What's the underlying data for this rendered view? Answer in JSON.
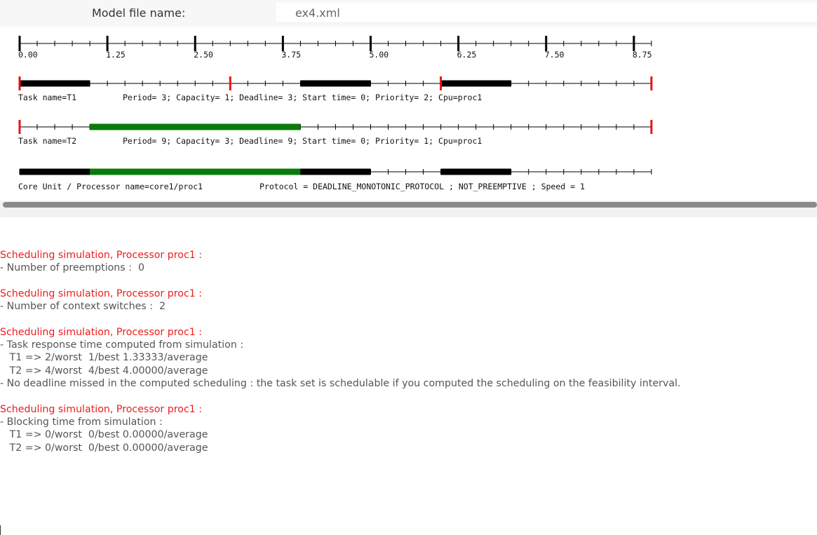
{
  "header": {
    "model_label": "Model file name:",
    "model_value": "ex4.xml"
  },
  "time_axis": {
    "ticks": [
      "0.00",
      "1.25",
      "2.50",
      "3.75",
      "5.00",
      "6.25",
      "7.50",
      "8.75"
    ],
    "max_time": 9
  },
  "tasks": [
    {
      "name_label": "Task name=T1",
      "params": "Period= 3; Capacity= 1; Deadline= 3; Start time= 0; Priority= 2; Cpu=proc1",
      "release_times": [
        0,
        3,
        6,
        9
      ],
      "executions": [
        [
          0,
          1
        ],
        [
          4,
          5
        ],
        [
          6,
          7
        ]
      ],
      "color": "#000000"
    },
    {
      "name_label": "Task name=T2",
      "params": "Period= 9; Capacity= 3; Deadline= 9; Start time= 0; Priority= 1; Cpu=proc1",
      "release_times": [
        0,
        9
      ],
      "executions": [
        [
          1,
          4
        ]
      ],
      "color": "#0a7a0a"
    }
  ],
  "processor": {
    "name_label": "Core Unit / Processor name=core1/proc1",
    "protocol": "Protocol = DEADLINE_MONOTONIC_PROTOCOL ; NOT_PREEMPTIVE ; Speed =  1",
    "executions": [
      {
        "range": [
          0,
          1
        ],
        "color": "#000000"
      },
      {
        "range": [
          1,
          4
        ],
        "color": "#0a7a0a"
      },
      {
        "range": [
          4,
          5
        ],
        "color": "#000000"
      },
      {
        "range": [
          6,
          7
        ],
        "color": "#000000"
      }
    ]
  },
  "colors": {
    "release_marker": "#ee1111",
    "heading": "#ee1c1c",
    "text": "#555555"
  },
  "log": [
    {
      "heading": "Scheduling simulation, Processor proc1 :",
      "lines": [
        "- Number of preemptions :  0"
      ]
    },
    {
      "heading": "Scheduling simulation, Processor proc1 :",
      "lines": [
        "- Number of context switches :  2"
      ]
    },
    {
      "heading": "Scheduling simulation, Processor proc1 :",
      "lines": [
        "- Task response time computed from simulation :",
        "   T1 => 2/worst  1/best 1.33333/average",
        "   T2 => 4/worst  4/best 4.00000/average",
        "- No deadline missed in the computed scheduling : the task set is schedulable if you computed the scheduling on the feasibility interval."
      ]
    },
    {
      "heading": "Scheduling simulation, Processor proc1 :",
      "lines": [
        "- Blocking time from simulation :",
        "   T1 => 0/worst  0/best 0.00000/average",
        "   T2 => 0/worst  0/best 0.00000/average"
      ]
    }
  ]
}
